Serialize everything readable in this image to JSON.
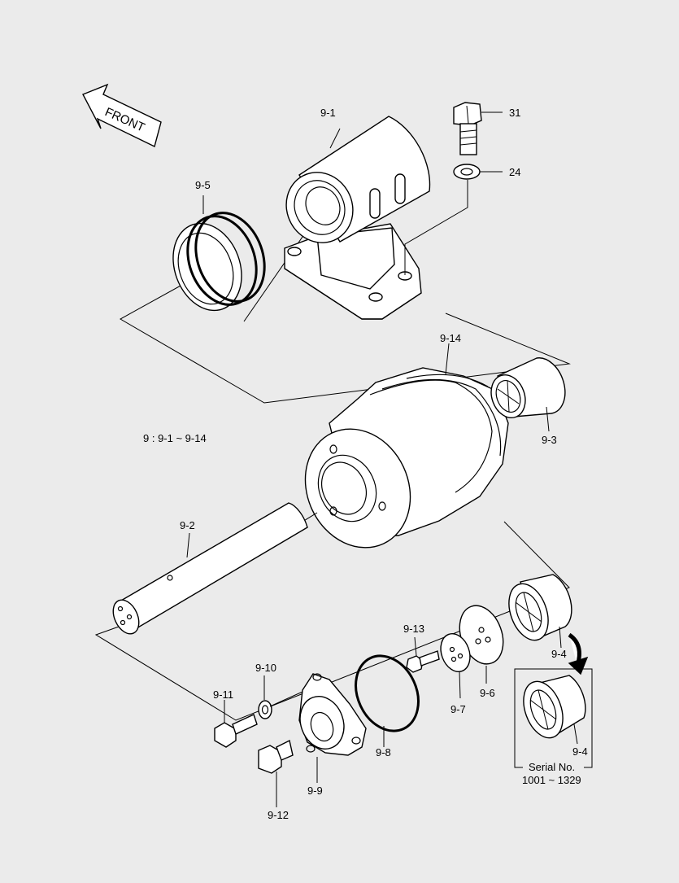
{
  "front_arrow": {
    "label": "FRONT"
  },
  "callouts": {
    "c9_1": "9-1",
    "c31": "31",
    "c24": "24",
    "c9_5": "9-5",
    "c9_14": "9-14",
    "c9_3": "9-3",
    "assembly_note": "9 : 9-1 ~ 9-14",
    "c9_2": "9-2",
    "c9_13": "9-13",
    "c9_4_a": "9-4",
    "c9_10": "9-10",
    "c9_11": "9-11",
    "c9_7": "9-7",
    "c9_6": "9-6",
    "c9_8": "9-8",
    "c9_9": "9-9",
    "c9_12": "9-12",
    "c9_4_b": "9-4"
  },
  "serial_box": {
    "line1": "Serial No.",
    "line2": "1001 ~ 1329"
  }
}
